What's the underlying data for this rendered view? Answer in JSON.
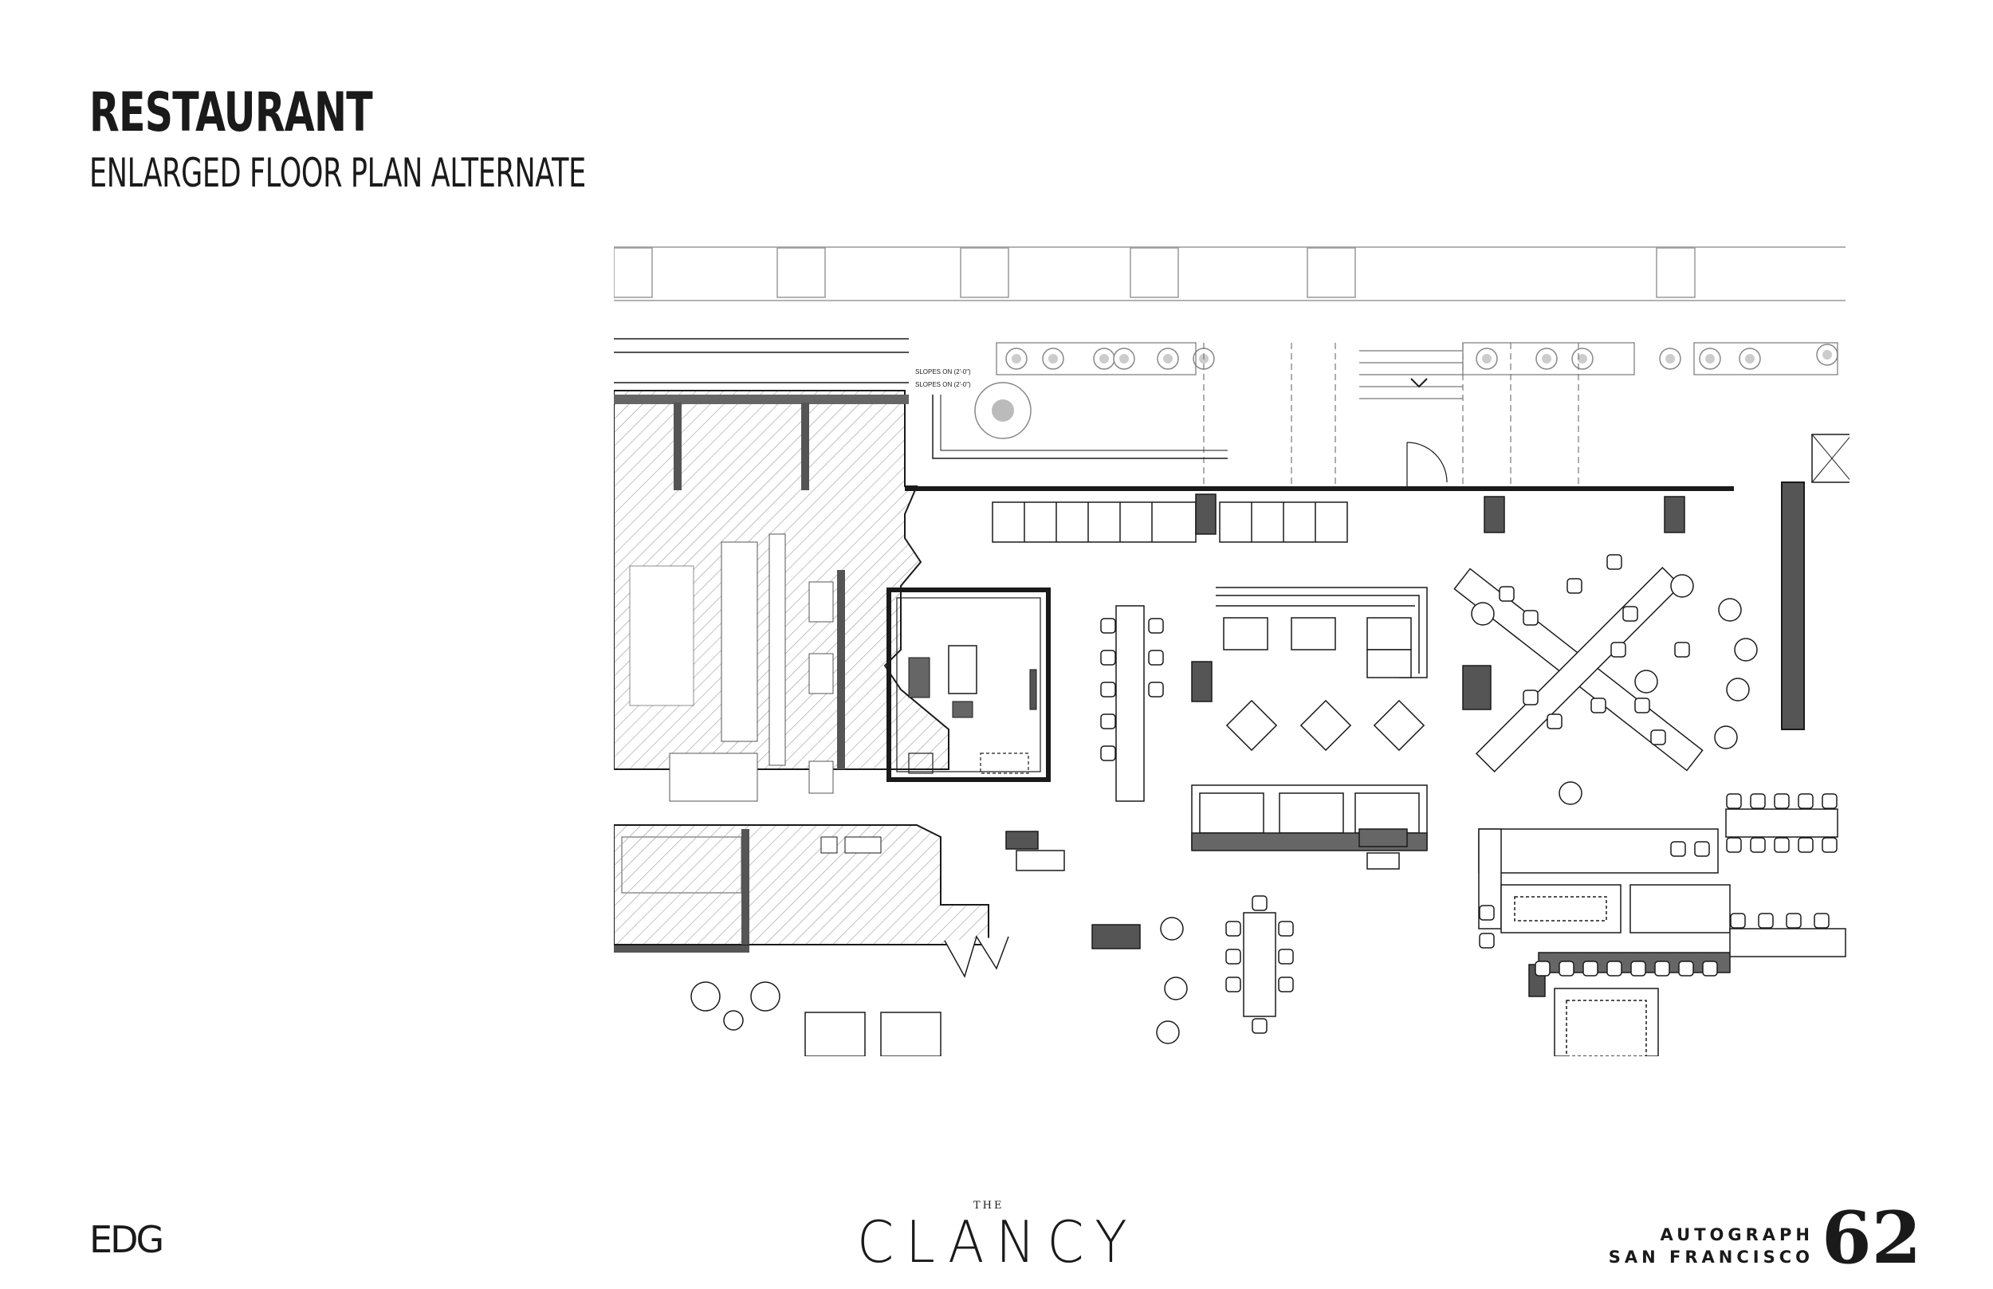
{
  "header": {
    "title": "RESTAURANT",
    "subtitle": "ENLARGED FLOOR PLAN ALTERNATE"
  },
  "plan": {
    "notes": [
      "SLOPES ON (2'-0\")",
      "SLOPES ON (2'-0\")"
    ]
  },
  "footer": {
    "left_logo": "EDG",
    "center_small": "THE",
    "center_brand": "CLANCY",
    "right_line1": "AUTOGRAPH",
    "right_line2": "SAN FRANCISCO",
    "right_number": "62"
  },
  "colors": {
    "ink": "#1a1a1a",
    "wall_fill": "#555555",
    "hatch": "#9a9a9a",
    "accent_gray": "#777777"
  }
}
